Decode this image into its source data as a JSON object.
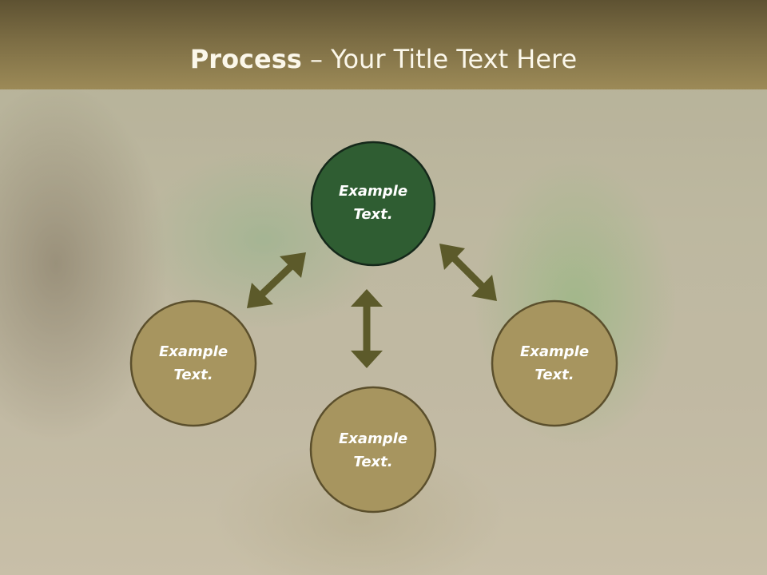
{
  "slide": {
    "title_bold": "Process",
    "title_dash": " – ",
    "title_rest": "Your Title Text Here"
  },
  "process": {
    "center": {
      "label_line1": "Example",
      "label_line2": "Text.",
      "fill": "#2f5d32",
      "stroke": "#15281a"
    },
    "left": {
      "label_line1": "Example",
      "label_line2": "Text.",
      "fill": "#a7955f",
      "stroke": "#5b4f2c"
    },
    "bottom": {
      "label_line1": "Example",
      "label_line2": "Text.",
      "fill": "#a7955f",
      "stroke": "#5b4f2c"
    },
    "right": {
      "label_line1": "Example",
      "label_line2": "Text.",
      "fill": "#a7955f",
      "stroke": "#5b4f2c"
    }
  },
  "colors": {
    "arrow": "#5c5a2a",
    "header": "#7c6d44"
  }
}
